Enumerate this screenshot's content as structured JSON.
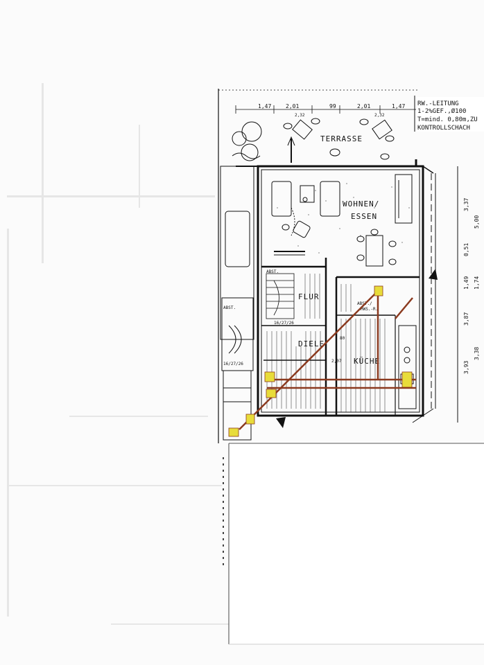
{
  "plan": {
    "rooms": {
      "terrasse": "TERRASSE",
      "wohnen": "WOHNEN/",
      "essen": "ESSEN",
      "flur": "FLUR",
      "diele": "DIELE",
      "kueche": "KÜCHE",
      "abst_hws": "ABST./",
      "abst_hws2": "HWS.-R.",
      "abst_1": "ABST.",
      "abst_2": "ABST."
    },
    "note": {
      "line1": "RW.-LEITUNG",
      "line2": "1-2%GEF.,Ø100",
      "line3": "T=mind. 0,80m,ZU",
      "line4": "KONTROLLSCHACH"
    },
    "dimensions_top": [
      "1,47",
      "2,01",
      "99",
      "2,01",
      "1,47"
    ],
    "dimensions_top_sub": [
      "2,32",
      "2,32"
    ],
    "dimensions_right": [
      "3,37",
      "5,00",
      "0,51",
      "1,49",
      "1,74",
      "3,93",
      "3,38",
      "3,87"
    ],
    "stair_labels": [
      "16/27/26",
      "16/27/26"
    ],
    "small_labels": [
      "2,07",
      "80"
    ],
    "colors": {
      "ink": "#111111",
      "pipe": "#8b3a1f",
      "marker": "#e8dc3a"
    }
  }
}
